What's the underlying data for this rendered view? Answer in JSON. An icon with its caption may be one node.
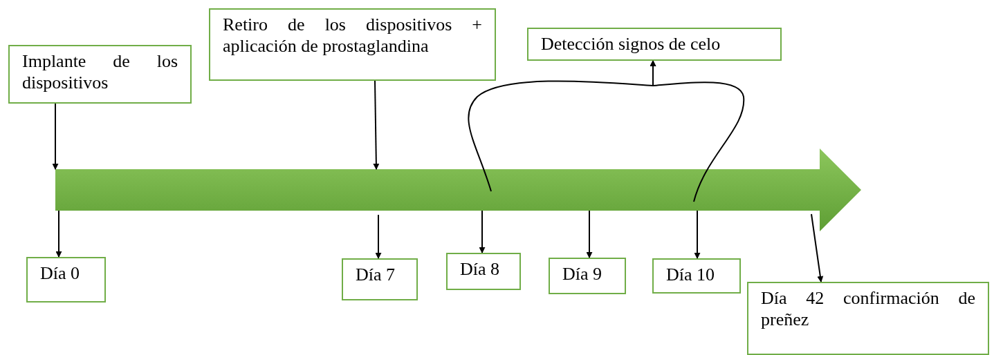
{
  "diagram": {
    "nodes": [
      {
        "text": [
          "Implante de los dispositivos"
        ]
      },
      {
        "text": [
          "Retiro de los dispositivos + aplicación de prostaglandina"
        ]
      },
      {
        "text": [
          "Detección signos de celo"
        ]
      },
      {
        "text": [],
        "shape": "arrow"
      },
      {
        "text": [
          "Día 0"
        ]
      },
      {
        "text": [
          "Día 7"
        ]
      },
      {
        "text": [
          "Día 8"
        ]
      },
      {
        "text": [
          "Día 9"
        ]
      },
      {
        "text": [
          "Día 10"
        ]
      },
      {
        "text": [
          "Día 42 confirmación de preñez"
        ]
      }
    ],
    "edges": [
      {
        "from": 0,
        "to": 3,
        "arrow": "to"
      },
      {
        "from": 1,
        "to": 3,
        "arrow": "to"
      },
      {
        "from": 3,
        "to": 2,
        "arrow": "to"
      },
      {
        "from": 3,
        "to": 2,
        "arrow": "to"
      },
      {
        "from": 3,
        "to": 4,
        "arrow": "to"
      },
      {
        "from": 3,
        "to": 5,
        "arrow": "to"
      },
      {
        "from": 3,
        "to": 6,
        "arrow": "to"
      },
      {
        "from": 3,
        "to": 7,
        "arrow": "to"
      },
      {
        "from": 3,
        "to": 8,
        "arrow": "to"
      },
      {
        "from": 3,
        "to": 9,
        "arrow": "to"
      }
    ]
  }
}
